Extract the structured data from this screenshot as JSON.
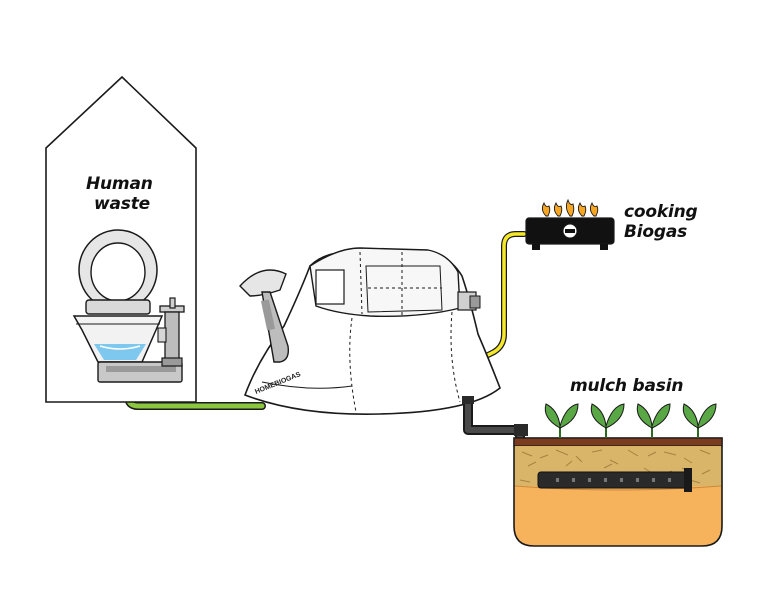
{
  "labels": {
    "human_waste_line1": "Human",
    "human_waste_line2": "waste",
    "cooking_line1": "cooking",
    "cooking_line2": "Biogas",
    "mulch_basin": "mulch basin",
    "brand": "HOMEBIOGAS"
  },
  "colors": {
    "outline": "#1a1a1a",
    "green_pipe": "#8cc63f",
    "yellow_pipe": "#f5e82a",
    "water": "#7ec8ef",
    "soil_top": "#7a3b1e",
    "mulch": "#d9b56a",
    "basin": "#f7b35c",
    "leaf": "#5aa845",
    "flame": "#f5a623",
    "stove_body": "#111111",
    "grey_fixture": "#cfcfcf"
  },
  "icons": [
    "house-icon",
    "toilet-icon",
    "biogas-tank-icon",
    "stove-icon",
    "plant-icon"
  ]
}
